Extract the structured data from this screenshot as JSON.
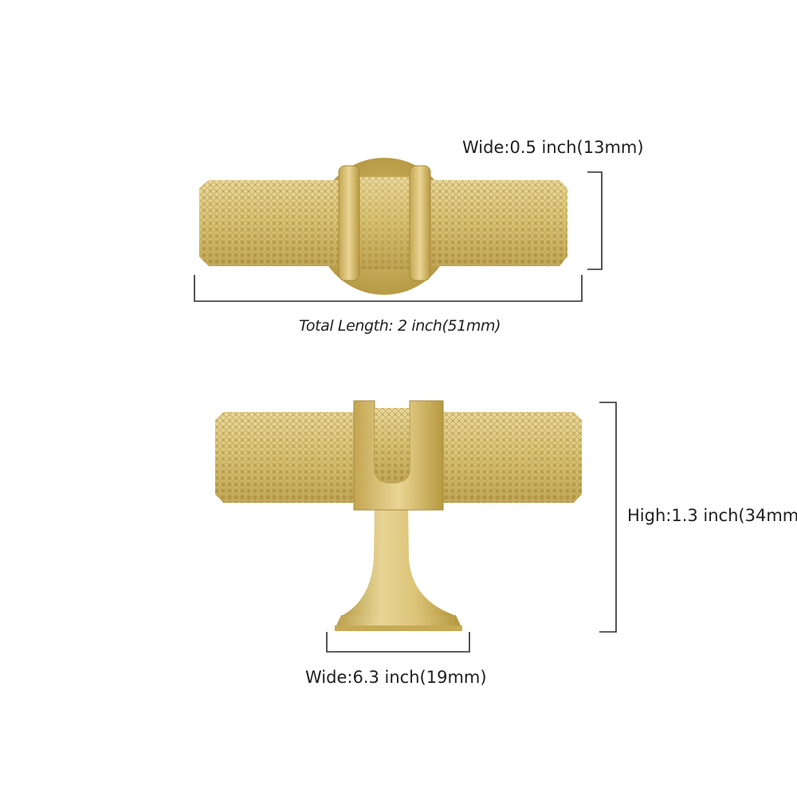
{
  "labels": {
    "top_width": "Wide:0.5 inch(13mm)",
    "total_length": "Total Length: 2 inch(51mm)",
    "height": "High:1.3 inch(34mm)",
    "base_width": "Wide:6.3 inch(19mm)"
  },
  "colors": {
    "brass_light": "#e2cd84",
    "brass_mid": "#cdb35c",
    "brass_dark": "#a88a3a",
    "dimension_line": "#2a2a2a"
  }
}
